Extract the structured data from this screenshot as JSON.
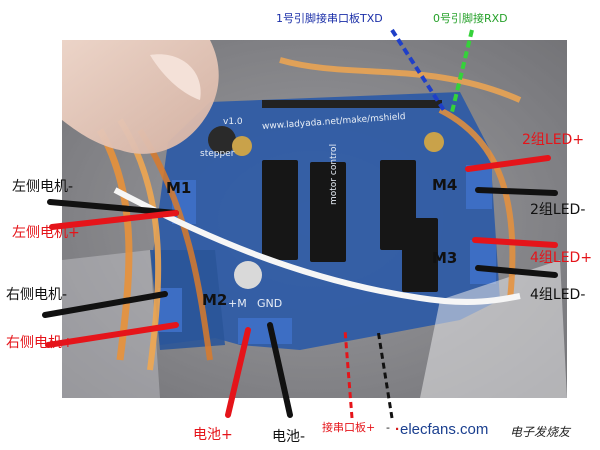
{
  "labels": {
    "tx_pin": "1号引脚接串口板TXD",
    "rx_pin": "0号引脚接RXD",
    "group2_led_pos": "2组LED+",
    "group2_led_neg": "2组LED-",
    "group4_led_pos": "4组LED+",
    "group4_led_neg": "4组LED-",
    "left_motor_neg": "左侧电机-",
    "left_motor_pos": "左侧电机+",
    "right_motor_neg": "右侧电机-",
    "right_motor_pos": "右侧电机+",
    "battery_pos": "电池+",
    "battery_neg": "电池-",
    "serial_board_pos": "接串口板+",
    "serial_board_neg": "-"
  },
  "port_marks": {
    "m1": "M1",
    "m2": "M2",
    "m3": "M3",
    "m4": "M4"
  },
  "board_text": {
    "url": "www.ladyada.net/make/mshield",
    "plus_m": "+M",
    "gnd": "GND",
    "stepper": "stepper",
    "version": "v1.0",
    "motor_control": "motor control"
  },
  "watermark": {
    "logo_dash": "·",
    "logo_text": "elecfans.com",
    "cn_text": "电子发烧友"
  },
  "colors": {
    "red": "#e5141a",
    "black": "#111111",
    "blue_dash": "#1f3fc8",
    "green_dash": "#35d23a",
    "board_blue": "#2c5aa6",
    "label_blue": "#1b2fa8",
    "label_green": "#26a12a"
  }
}
